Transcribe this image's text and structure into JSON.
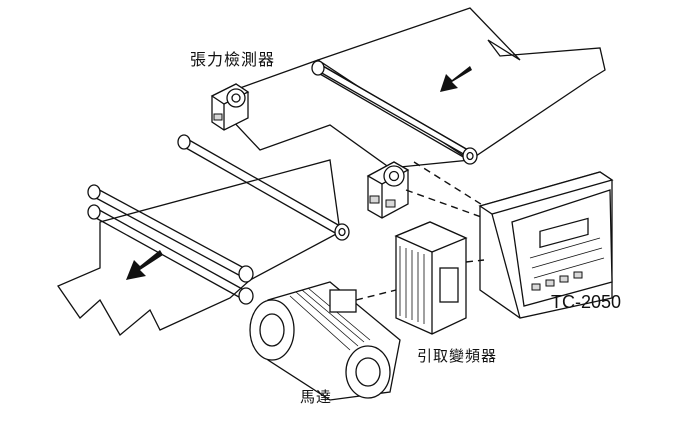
{
  "labels": {
    "tension_detector": "張力檢測器",
    "controller_model": "TC-2050",
    "take_up_inverter": "引取變頻器",
    "motor": "馬達"
  },
  "icons": {
    "feed_arrow_top": "arrow-down-left-icon",
    "feed_arrow_bottom": "arrow-down-left-icon"
  },
  "colors": {
    "line": "#111111",
    "fill": "#ffffff",
    "shade": "#d8d8d8"
  }
}
